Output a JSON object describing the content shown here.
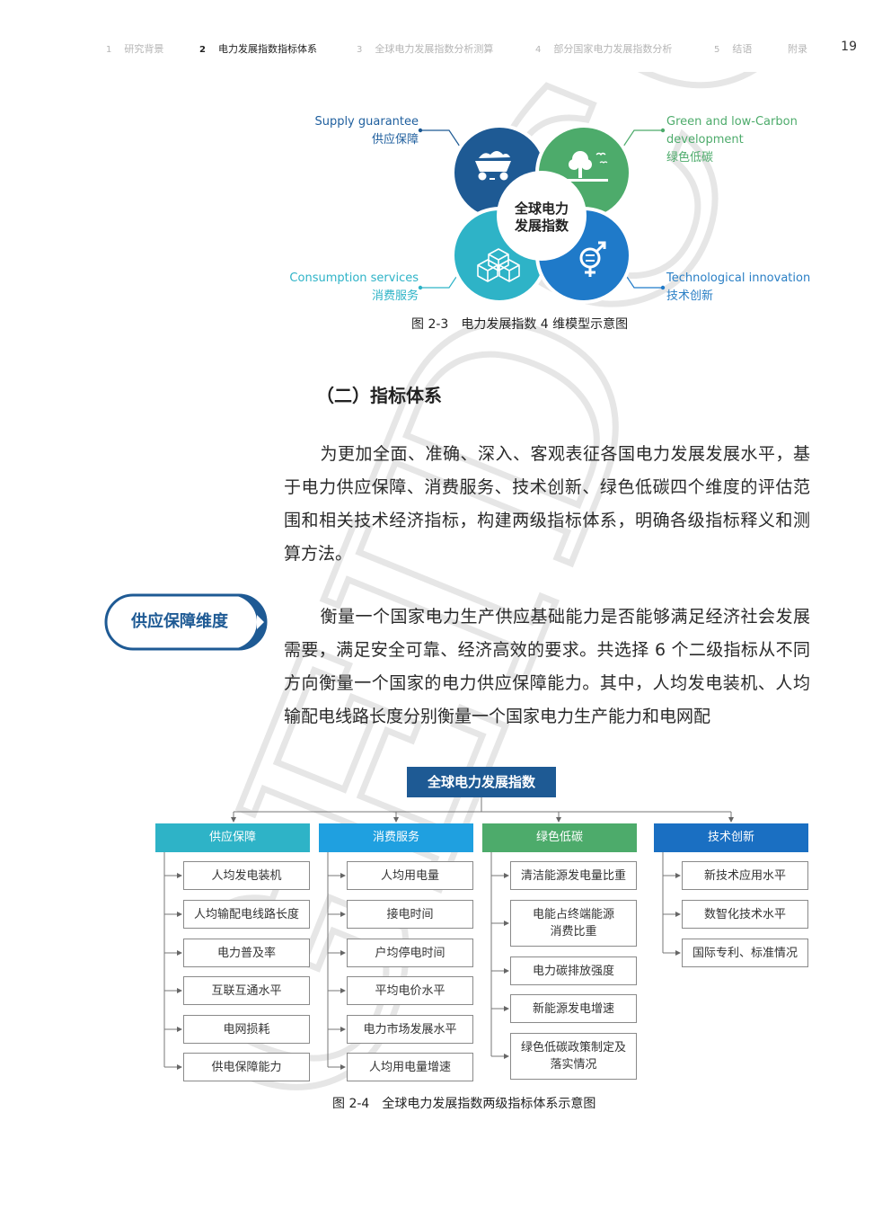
{
  "header": {
    "nav": [
      {
        "num": "1",
        "label": "研究背景"
      },
      {
        "num": "2",
        "label": "电力发展指数指标体系"
      },
      {
        "num": "3",
        "label": "全球电力发展指数分析测算"
      },
      {
        "num": "4",
        "label": "部分国家电力发展指数分析"
      },
      {
        "num": "5",
        "label": "结语"
      },
      {
        "num": "",
        "label": "附录"
      }
    ],
    "page_number": "19"
  },
  "watermark": "GEIDCO",
  "figure1": {
    "center": [
      "全球电力",
      "发展指数"
    ],
    "labels": {
      "supply_en": "Supply guarantee",
      "supply_zh": "供应保障",
      "green_en_1": "Green and low-Carbon",
      "green_en_2": "development",
      "green_zh": "绿色低碳",
      "consumption_en": "Consumption services",
      "consumption_zh": "消费服务",
      "tech_en": "Technological innovation",
      "tech_zh": "技术创新"
    },
    "colors": {
      "supply": "#1e5a94",
      "green": "#4dab6b",
      "consumption": "#2eb3c7",
      "tech": "#1f7ac9"
    },
    "icons": [
      "mine-cart-icon",
      "tree-birds-icon",
      "cubes-icon",
      "gender-equality-icon"
    ],
    "caption": "图 2-3　电力发展指数 4 维模型示意图"
  },
  "section": {
    "title": "（二）指标体系"
  },
  "paragraphs": {
    "p1": "为更加全面、准确、深入、客观表征各国电力发展发展水平，基于电力供应保障、消费服务、技术创新、绿色低碳四个维度的评估范围和相关技术经济指标，构建两级指标体系，明确各级指标释义和测算方法。",
    "p2": "衡量一个国家电力生产供应基础能力是否能够满足经济社会发展需要，满足安全可靠、经济高效的要求。共选择 6 个二级指标从不同方向衡量一个国家的电力供应保障能力。其中，人均发电装机、人均输配电线路长度分别衡量一个国家电力生产能力和电网配"
  },
  "side_pill": {
    "label": "供应保障维度"
  },
  "figure2": {
    "root": "全球电力发展指数",
    "categories": [
      {
        "name": "供应保障",
        "color": "#2eb3c7",
        "items": [
          "人均发电装机",
          "人均输配电线路长度",
          "电力普及率",
          "互联互通水平",
          "电网损耗",
          "供电保障能力"
        ]
      },
      {
        "name": "消费服务",
        "color": "#1fa0e0",
        "items": [
          "人均用电量",
          "接电时间",
          "户均停电时间",
          "平均电价水平",
          "电力市场发展水平",
          "人均用电量增速"
        ]
      },
      {
        "name": "绿色低碳",
        "color": "#4dab6b",
        "items": [
          "清洁能源发电量比重",
          "电能占终端能源\n消费比重",
          "电力碳排放强度",
          "新能源发电增速",
          "绿色低碳政策制定及\n落实情况"
        ]
      },
      {
        "name": "技术创新",
        "color": "#1a6fc2",
        "items": [
          "新技术应用水平",
          "数智化技术水平",
          "国际专利、标准情况"
        ]
      }
    ],
    "caption": "图 2-4　全球电力发展指数两级指标体系示意图"
  }
}
